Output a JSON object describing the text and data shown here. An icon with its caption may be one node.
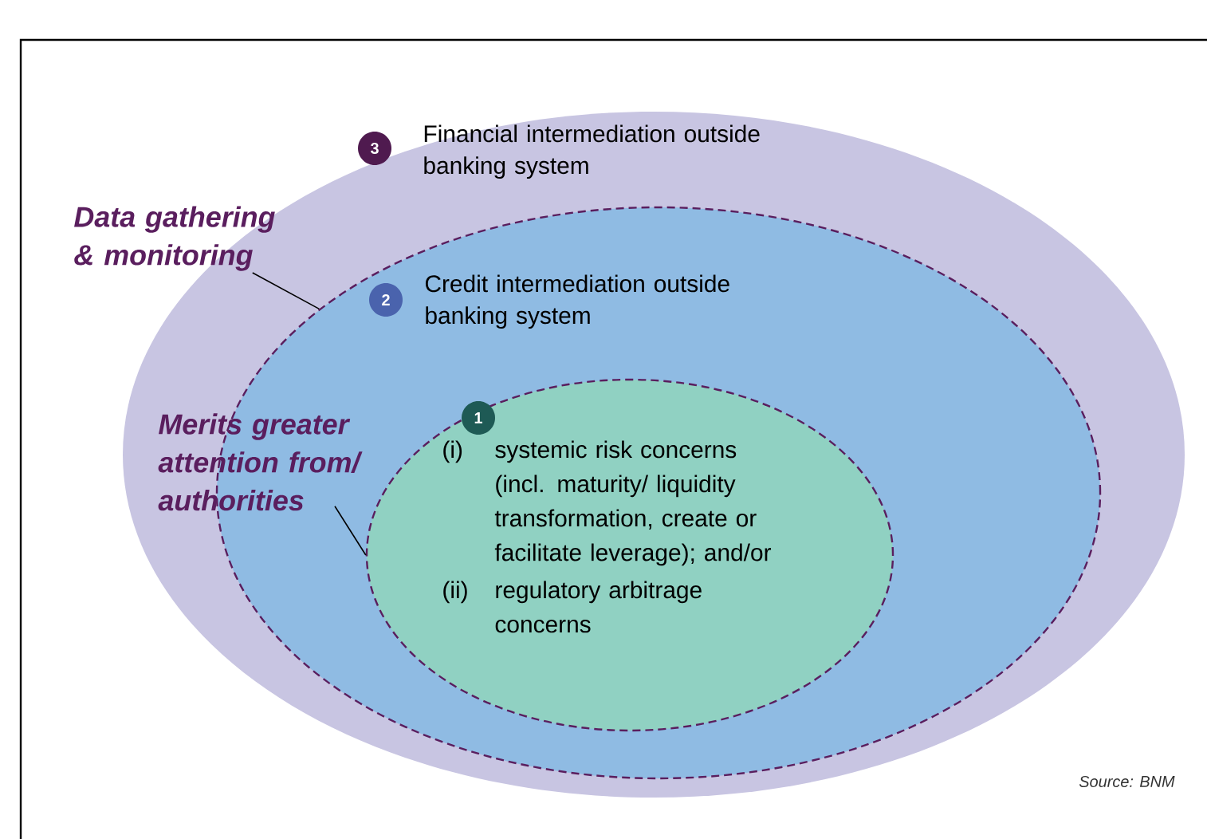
{
  "diagram": {
    "nodes": [
      {
        "text": [
          "Financial intermediation outside banking system"
        ]
      },
      {
        "text": [
          "3"
        ],
        "in": 0
      },
      {
        "text": [
          "Credit intermediation outside banking system"
        ],
        "in": 0
      },
      {
        "text": [
          "2"
        ],
        "in": 2
      },
      {
        "text": [
          "(i)",
          "systemic risk concerns (incl. maturity/ liquidity transformation, create or facilitate leverage); and/or",
          "(ii)",
          "regulatory arbitrage concerns"
        ],
        "in": 2
      },
      {
        "text": [
          "1"
        ],
        "in": 4
      },
      {
        "text": [
          "Data gathering & monitoring"
        ]
      },
      {
        "text": [
          "Merits greater attention from/ authorities"
        ],
        "in": 0
      }
    ],
    "edges": [
      {
        "from": 6,
        "to": 2,
        "arrow": "none"
      },
      {
        "from": 7,
        "to": 4,
        "arrow": "none"
      }
    ],
    "labels": [
      "Source: BNM"
    ]
  }
}
